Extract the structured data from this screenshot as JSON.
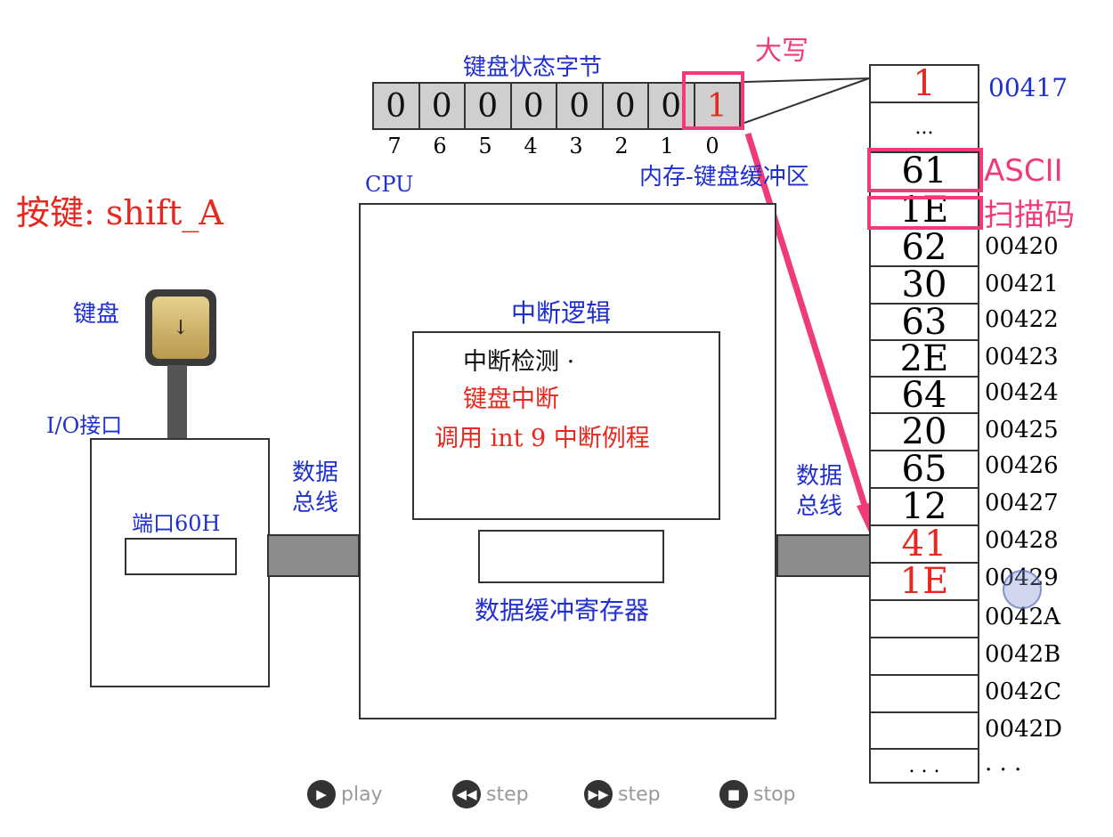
{
  "status_byte": {
    "title": "键盘状态字节",
    "bits": [
      "0",
      "0",
      "0",
      "0",
      "0",
      "0",
      "0",
      "1"
    ],
    "bit_indices": [
      "7",
      "6",
      "5",
      "4",
      "3",
      "2",
      "1",
      "0"
    ],
    "highlight_label": "大写"
  },
  "key_title": "按键:  shift_A",
  "cpu_label": "CPU",
  "memory_buffer_label": "内存-键盘缓冲区",
  "keyboard": {
    "label": "键盘",
    "key_glyph": "↓"
  },
  "io_label": "I/O接口",
  "port": {
    "label": "端口60H"
  },
  "bus_left": {
    "line1": "数据",
    "line2": "总线"
  },
  "bus_right": {
    "line1": "数据",
    "line2": "总线"
  },
  "interrupt": {
    "title": "中断逻辑",
    "line1": "中断检测 ·",
    "line2": "键盘中断",
    "line3": "调用 int 9 中断例程"
  },
  "data_buffer_label": "数据缓冲寄存器",
  "memory": {
    "cells": [
      "1",
      "...",
      "61",
      "1E",
      "62",
      "30",
      "63",
      "2E",
      "64",
      "20",
      "65",
      "12",
      "41",
      "1E",
      "",
      "",
      "",
      "",
      ". . ."
    ],
    "addresses": [
      "00417",
      "",
      "",
      "",
      "00420",
      "00421",
      "00422",
      "00423",
      "00424",
      "00425",
      "00426",
      "00427",
      "00428",
      "00429",
      "0042A",
      "0042B",
      "0042C",
      "0042D",
      ". . ."
    ],
    "ascii_label": "ASCII",
    "scan_label": "扫描码"
  },
  "controls": {
    "play": "play",
    "step_back": "step",
    "step_forward": "step",
    "stop": "stop"
  },
  "colors": {
    "accent": "#ef3b7a",
    "blue_text": "#1f2fd0",
    "red_text": "#e8281e"
  }
}
